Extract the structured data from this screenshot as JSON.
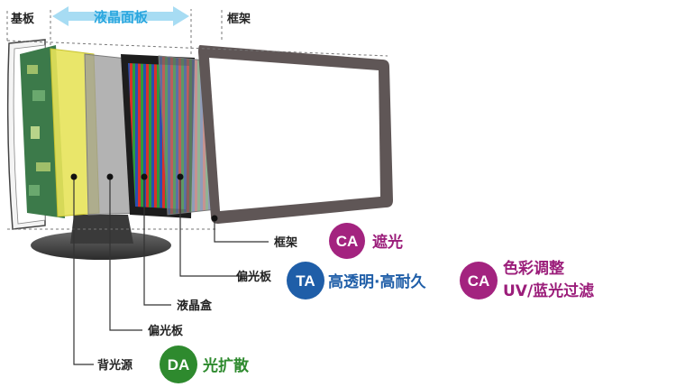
{
  "top_labels": {
    "substrate": "基板",
    "liquid_crystal_panel": "液晶面板",
    "frame": "框架"
  },
  "callouts": {
    "frame": "框架",
    "polarizer_front": "偏光板",
    "lc_cell": "液晶盒",
    "polarizer_back": "偏光板",
    "backlight": "背光源"
  },
  "badges": {
    "ca_frame": "CA",
    "ta": "TA",
    "ca_polarizer": "CA",
    "da": "DA"
  },
  "features": {
    "frame_feature": "遮光",
    "ta_feature": "高透明·高耐久",
    "ca_feature_line1": "色彩调整",
    "ca_feature_line2": "UV/蓝光过滤",
    "da_feature": "光扩散"
  },
  "colors": {
    "ca_badge": "#a3237f",
    "ta_badge": "#1f5ea8",
    "da_badge": "#2e8a2e",
    "arrow_blue": "#2aa7df"
  }
}
